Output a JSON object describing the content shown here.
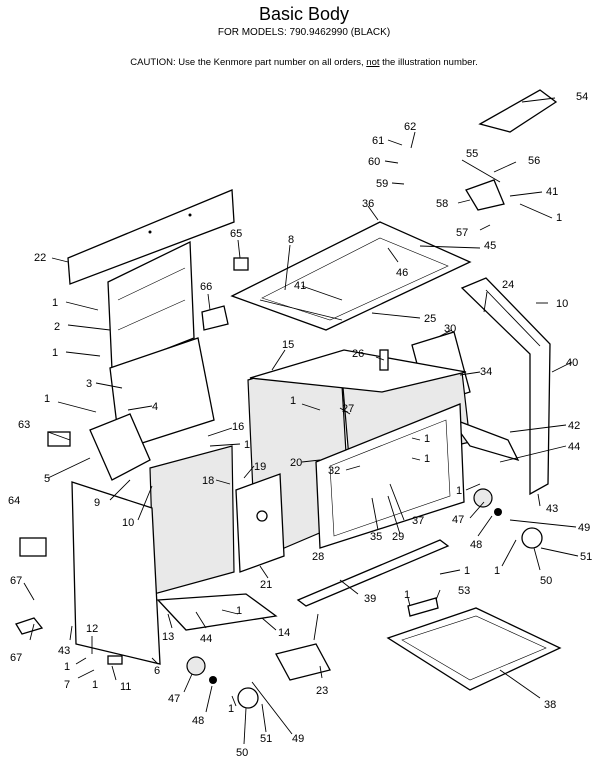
{
  "title": "Basic Body",
  "subtitle": "FOR MODELS: 790.9462990 (BLACK)",
  "caution": {
    "prefix": "CAUTION:  Use the Kenmore part number on all orders, ",
    "emphasis": "not",
    "suffix": " the illustration number."
  },
  "callouts": {
    "c54": "54",
    "c62": "62",
    "c61": "61",
    "c55": "55",
    "c56": "56",
    "c60": "60",
    "c59": "59",
    "c41a": "41",
    "c58": "58",
    "c1a": "1",
    "c36": "36",
    "c57": "57",
    "c45": "45",
    "c65": "65",
    "c8": "8",
    "c46": "46",
    "c22": "22",
    "c66": "66",
    "c41b": "41",
    "c24": "24",
    "c10a": "10",
    "c1b": "1",
    "c2": "2",
    "c25": "25",
    "c30": "30",
    "c1c": "1",
    "c15": "15",
    "c26": "26",
    "c40": "40",
    "c3": "3",
    "c34": "34",
    "c1d": "1",
    "c4": "4",
    "c27": "27",
    "c1e": "1",
    "c63": "63",
    "c16": "16",
    "c1f": "1",
    "c42": "42",
    "c1g": "1",
    "c1h": "1",
    "c20": "20",
    "c19": "19",
    "c32": "32",
    "c44a": "44",
    "c5": "5",
    "c18": "18",
    "c1i": "1",
    "c43a": "43",
    "c9": "9",
    "c64": "64",
    "c10b": "10",
    "c47a": "47",
    "c49a": "49",
    "c37": "37",
    "c35": "35",
    "c29": "29",
    "c48a": "48",
    "c1j": "1",
    "c51a": "51",
    "c28": "28",
    "c21": "21",
    "c50a": "50",
    "c1k": "1",
    "c67a": "67",
    "c39": "39",
    "c1l": "1",
    "c53": "53",
    "c44b": "44",
    "c14": "14",
    "c1m": "1",
    "c43b": "43",
    "c13": "13",
    "c67b": "67",
    "c12": "12",
    "c1n": "1",
    "c6": "6",
    "c7": "7",
    "c1o": "1",
    "c11": "11",
    "c23": "23",
    "c38": "38",
    "c47b": "47",
    "c48b": "48",
    "c1p": "1",
    "c49b": "49",
    "c50b": "50",
    "c51b": "51"
  }
}
